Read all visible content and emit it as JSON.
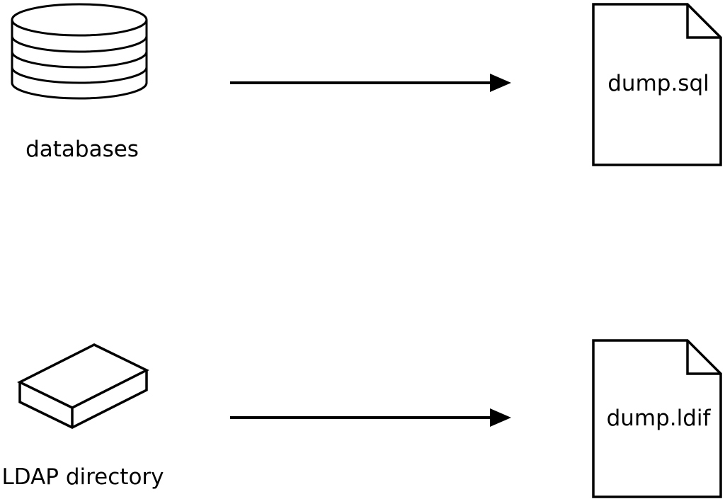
{
  "diagram": {
    "colors": {
      "stroke": "#000000",
      "background": "#ffffff",
      "arrow_fill": "#000000"
    },
    "rows": [
      {
        "source": {
          "icon": "database-cylinder-icon",
          "label": "databases"
        },
        "arrow": {
          "direction": "right"
        },
        "target": {
          "icon": "document-icon",
          "label": "dump.sql"
        }
      },
      {
        "source": {
          "icon": "box-3d-icon",
          "label": "LDAP directory"
        },
        "arrow": {
          "direction": "right"
        },
        "target": {
          "icon": "document-icon",
          "label": "dump.ldif"
        }
      }
    ]
  }
}
